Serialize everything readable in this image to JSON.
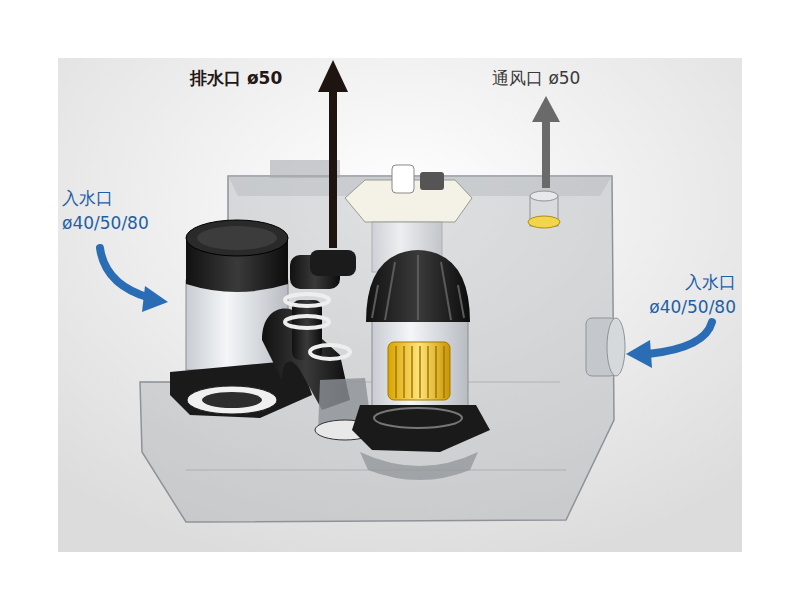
{
  "diagram": {
    "labels": [
      "排水口 ø50",
      "通风口 ø50",
      "入水口 ø40/50/80",
      "入水口 ø40/50/80"
    ]
  }
}
